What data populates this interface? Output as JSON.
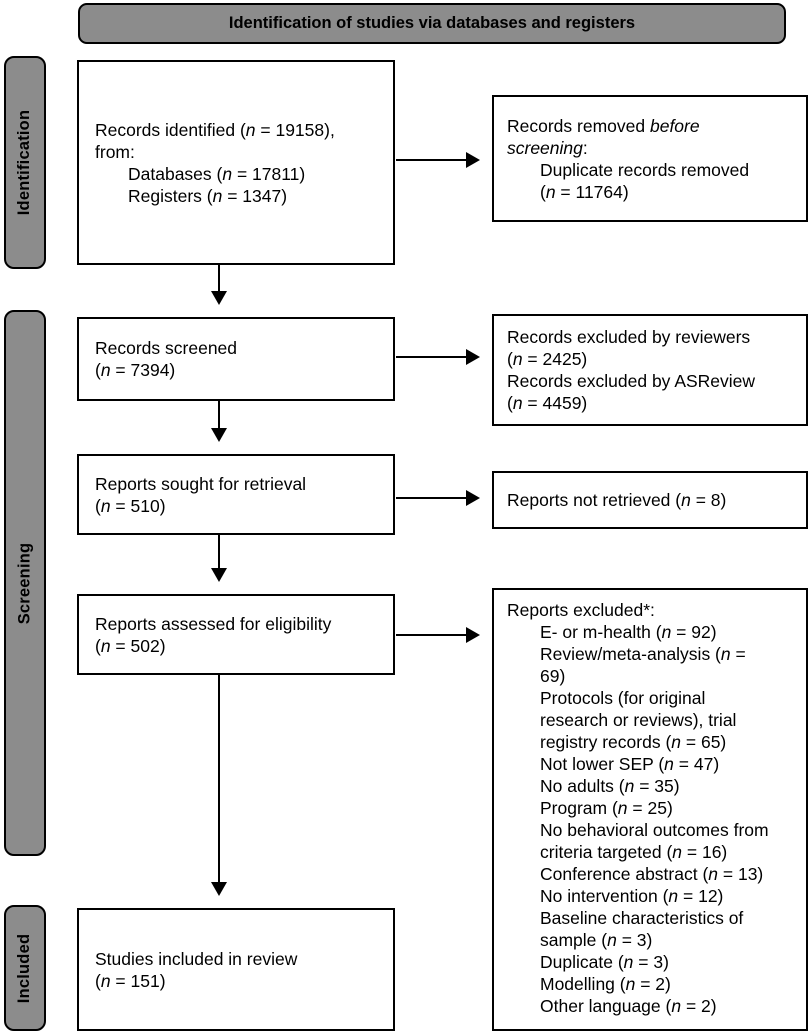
{
  "header": {
    "title": "Identification of studies via databases and registers"
  },
  "sidebar": {
    "identification": "Identification",
    "screening": "Screening",
    "included": "Included"
  },
  "flow": {
    "records_identified": {
      "title": "Records identified (*n* = 19158),\nfrom:",
      "items": [
        "Databases (*n* = 17811)",
        "Registers (*n* = 1347)"
      ]
    },
    "records_removed": {
      "title": "Records removed *before\nscreening*:",
      "items": [
        "Duplicate records removed\n(*n* = 11764)"
      ]
    },
    "records_screened": {
      "title": "Records screened\n(*n* = 7394)"
    },
    "records_excluded": {
      "title": "Records excluded by reviewers\n(*n* = 2425)\nRecords excluded by ASReview\n(*n* = 4459)"
    },
    "reports_sought": {
      "title": "Reports sought for retrieval\n(*n* = 510)"
    },
    "reports_not_retrieved": {
      "title": "Reports not retrieved (*n* = 8)"
    },
    "reports_assessed": {
      "title": "Reports assessed for eligibility\n(*n* = 502)"
    },
    "reports_excluded": {
      "title": "Reports excluded*:",
      "items": [
        "E- or m-health (*n* = 92)",
        "Review/meta-analysis (*n* =\n69)",
        "Protocols (for original\nresearch or reviews), trial\nregistry records (*n* = 65)",
        "Not lower SEP (*n* = 47)",
        "No adults (*n* = 35)",
        "Program (*n* = 25)",
        "No behavioral outcomes from\ncriteria targeted (*n* = 16)",
        "Conference abstract (*n* = 13)",
        "No intervention (*n* = 12)",
        "Baseline characteristics of\nsample (*n* = 3)",
        "Duplicate (*n* = 3)",
        "Modelling (*n* = 2)",
        "Other language (*n* = 2)"
      ]
    },
    "studies_included": {
      "title": "Studies included in review\n(*n* = 151)"
    }
  },
  "colors": {
    "band_gray": "#8c8c8c",
    "border": "#000000",
    "box_bg": "#ffffff"
  }
}
